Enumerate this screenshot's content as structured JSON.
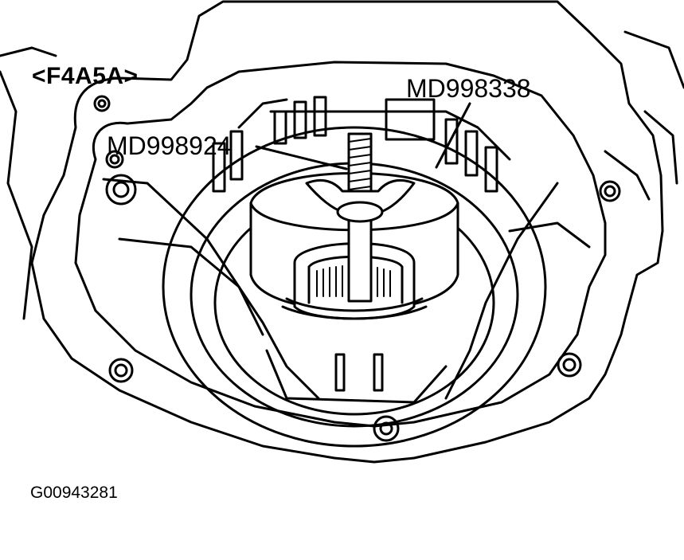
{
  "diagram": {
    "variant_label": "<F4A5A>",
    "callouts": [
      {
        "text": "MD998338"
      },
      {
        "text": "MD998924"
      }
    ],
    "figure_id": "G00943281"
  }
}
